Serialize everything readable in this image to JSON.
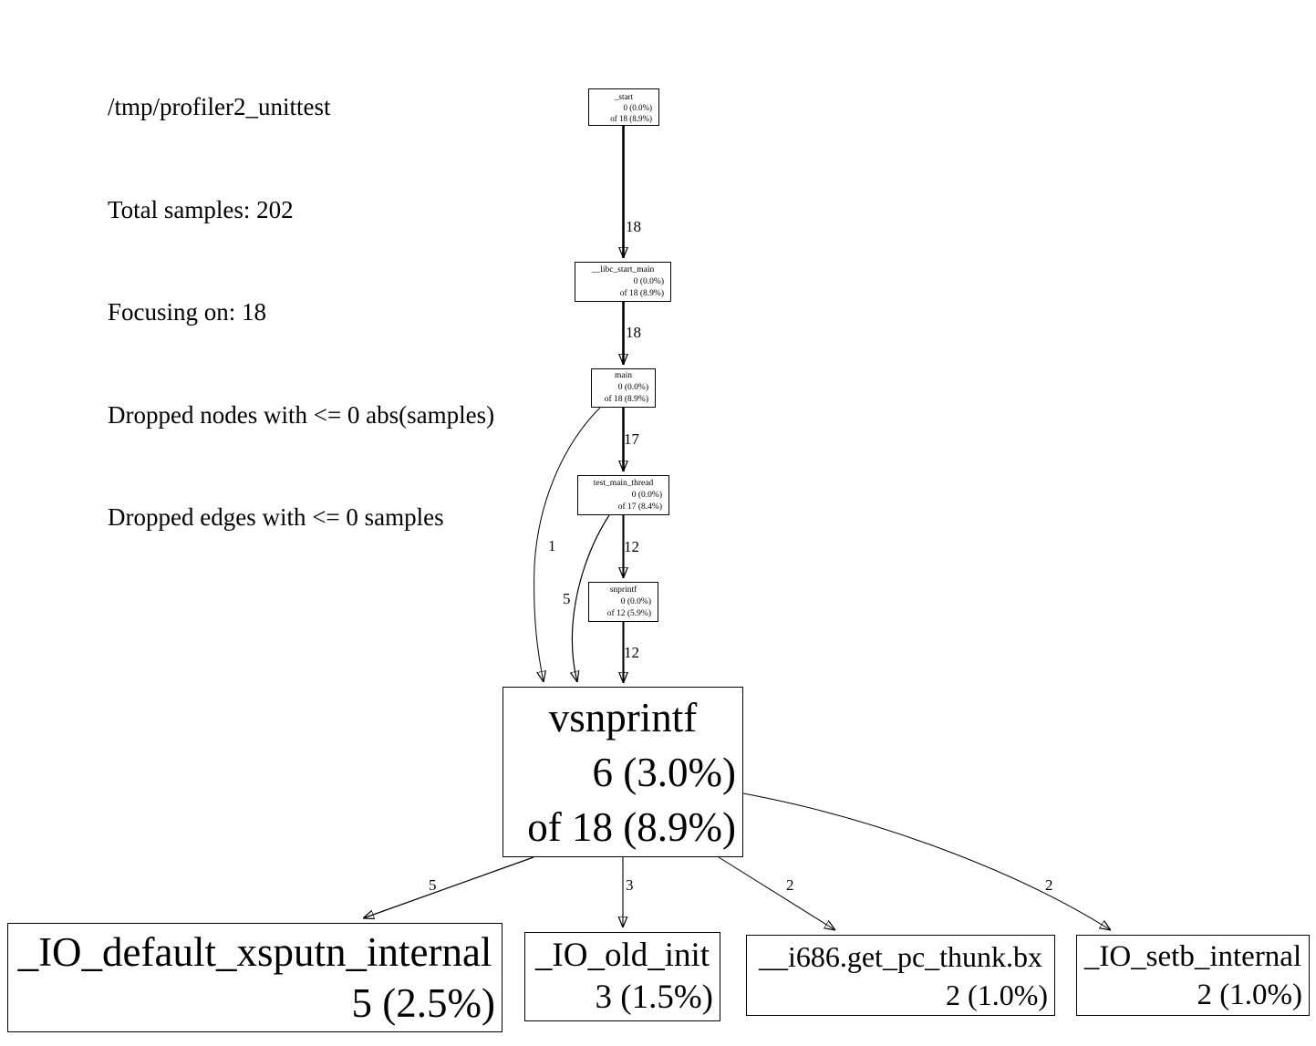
{
  "header": {
    "lines": [
      "/tmp/profiler2_unittest",
      "Total samples: 202",
      "Focusing on: 18",
      "Dropped nodes with <= 0 abs(samples)",
      "Dropped edges with <= 0 samples"
    ]
  },
  "nodes": {
    "start": {
      "name": "_start",
      "self": "0 (0.0%)",
      "cum": "of 18 (8.9%)"
    },
    "libc_start_main": {
      "name": "__libc_start_main",
      "self": "0 (0.0%)",
      "cum": "of 18 (8.9%)"
    },
    "main": {
      "name": "main",
      "self": "0 (0.0%)",
      "cum": "of 18 (8.9%)"
    },
    "test_main_thread": {
      "name": "test_main_thread",
      "self": "0 (0.0%)",
      "cum": "of 17 (8.4%)"
    },
    "snprintf": {
      "name": "snprintf",
      "self": "0 (0.0%)",
      "cum": "of 12 (5.9%)"
    },
    "vsnprintf": {
      "name": "vsnprintf",
      "self": "6 (3.0%)",
      "cum": "of 18 (8.9%)"
    },
    "io_default_xsputn": {
      "name": "_IO_default_xsputn_internal",
      "self": "5 (2.5%)"
    },
    "io_old_init": {
      "name": "_IO_old_init",
      "self": "3 (1.5%)"
    },
    "i686_get_pc_thunk": {
      "name": "__i686.get_pc_thunk.bx",
      "self": "2 (1.0%)"
    },
    "io_setb_internal": {
      "name": "_IO_setb_internal",
      "self": "2 (1.0%)"
    }
  },
  "edges": {
    "start_to_libc": "18",
    "libc_to_main": "18",
    "main_to_test": "17",
    "main_to_vsnprintf": "1",
    "test_to_snprintf": "12",
    "test_to_vsnprintf": "5",
    "snprintf_to_vsnprintf": "12",
    "vsnprintf_to_xsputn": "5",
    "vsnprintf_to_old_init": "3",
    "vsnprintf_to_thunk": "2",
    "vsnprintf_to_setb": "2"
  },
  "colors": {
    "node_border": "#000000",
    "node_fill": "#ffffff",
    "edge": "#000000",
    "background": "#ffffff"
  }
}
